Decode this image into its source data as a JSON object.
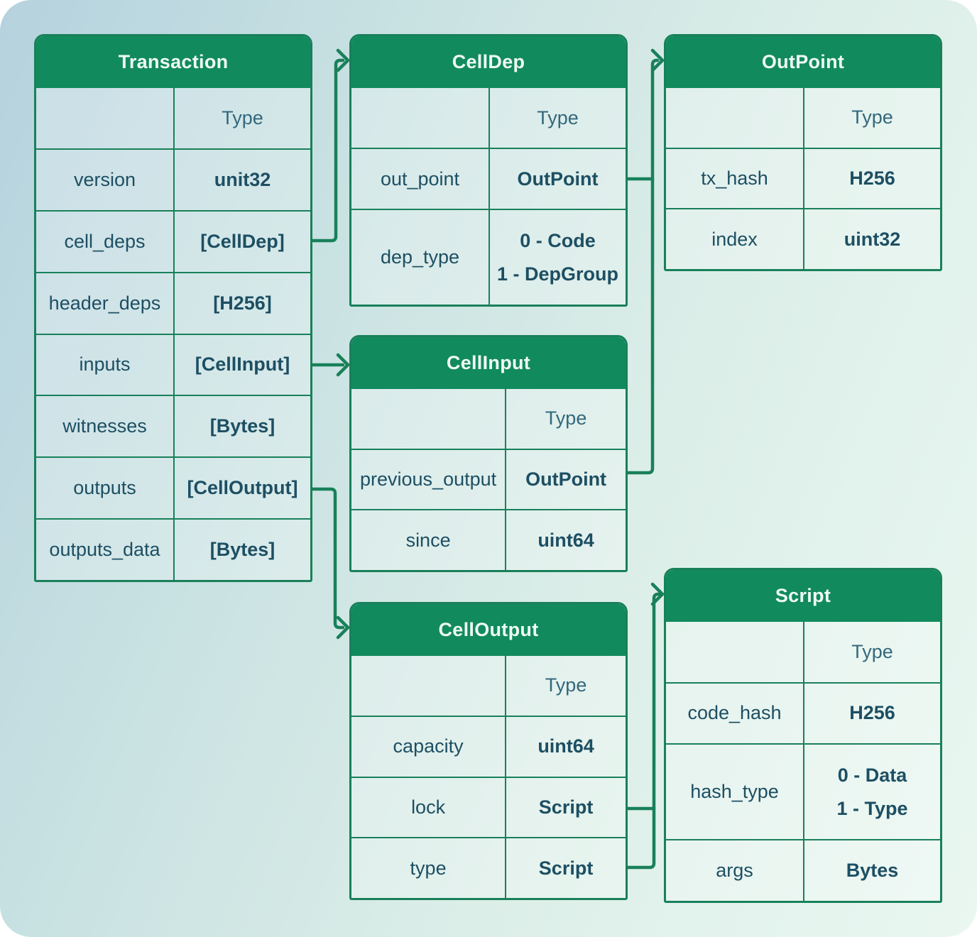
{
  "colors": {
    "header_green": "#118a5e",
    "connector_green": "#19805a",
    "cell_text": "#1d4f63",
    "type_header_text": "#33687c",
    "header_text": "#effaf5",
    "background_gradient_start": "#b5d2de",
    "background_gradient_end": "#eaf7f1"
  },
  "tables": [
    {
      "id": "transaction",
      "title": "Transaction",
      "type_header": "Type",
      "rows": [
        {
          "label": "version",
          "values": [
            "unit32"
          ]
        },
        {
          "label": "cell_deps",
          "values": [
            "[CellDep]"
          ]
        },
        {
          "label": "header_deps",
          "values": [
            "[H256]"
          ]
        },
        {
          "label": "inputs",
          "values": [
            "[CellInput]"
          ]
        },
        {
          "label": "witnesses",
          "values": [
            "[Bytes]"
          ]
        },
        {
          "label": "outputs",
          "values": [
            "[CellOutput]"
          ]
        },
        {
          "label": "outputs_data",
          "values": [
            "[Bytes]"
          ]
        }
      ]
    },
    {
      "id": "celldep",
      "title": "CellDep",
      "type_header": "Type",
      "rows": [
        {
          "label": "out_point",
          "values": [
            "OutPoint"
          ]
        },
        {
          "label": "dep_type",
          "values": [
            "0 - Code",
            "1 - DepGroup"
          ]
        }
      ]
    },
    {
      "id": "outpoint",
      "title": "OutPoint",
      "type_header": "Type",
      "rows": [
        {
          "label": "tx_hash",
          "values": [
            "H256"
          ]
        },
        {
          "label": "index",
          "values": [
            "uint32"
          ]
        }
      ]
    },
    {
      "id": "cellinput",
      "title": "CellInput",
      "type_header": "Type",
      "rows": [
        {
          "label": "previous_output",
          "values": [
            "OutPoint"
          ]
        },
        {
          "label": "since",
          "values": [
            "uint64"
          ]
        }
      ]
    },
    {
      "id": "celloutput",
      "title": "CellOutput",
      "type_header": "Type",
      "rows": [
        {
          "label": "capacity",
          "values": [
            "uint64"
          ]
        },
        {
          "label": "lock",
          "values": [
            "Script"
          ]
        },
        {
          "label": "type",
          "values": [
            "Script"
          ]
        }
      ]
    },
    {
      "id": "script",
      "title": "Script",
      "type_header": "Type",
      "rows": [
        {
          "label": "code_hash",
          "values": [
            "H256"
          ]
        },
        {
          "label": "hash_type",
          "values": [
            "0 - Data",
            "1 - Type"
          ]
        },
        {
          "label": "args",
          "values": [
            "Bytes"
          ]
        }
      ]
    }
  ],
  "connections": [
    {
      "id": "cell-deps-to-celldep",
      "from_table": "Transaction",
      "from_field": "cell_deps",
      "to_table": "CellDep"
    },
    {
      "id": "inputs-to-cellinput",
      "from_table": "Transaction",
      "from_field": "inputs",
      "to_table": "CellInput"
    },
    {
      "id": "outputs-to-celloutput",
      "from_table": "Transaction",
      "from_field": "outputs",
      "to_table": "CellOutput"
    },
    {
      "id": "out-point-to-outpoint",
      "from_table": "CellDep",
      "from_field": "out_point",
      "to_table": "OutPoint"
    },
    {
      "id": "prev-output-to-outpoint",
      "from_table": "CellInput",
      "from_field": "previous_output",
      "to_table": "OutPoint"
    },
    {
      "id": "lock-to-script",
      "from_table": "CellOutput",
      "from_field": "lock",
      "to_table": "Script"
    },
    {
      "id": "type-to-script",
      "from_table": "CellOutput",
      "from_field": "type",
      "to_table": "Script"
    }
  ]
}
